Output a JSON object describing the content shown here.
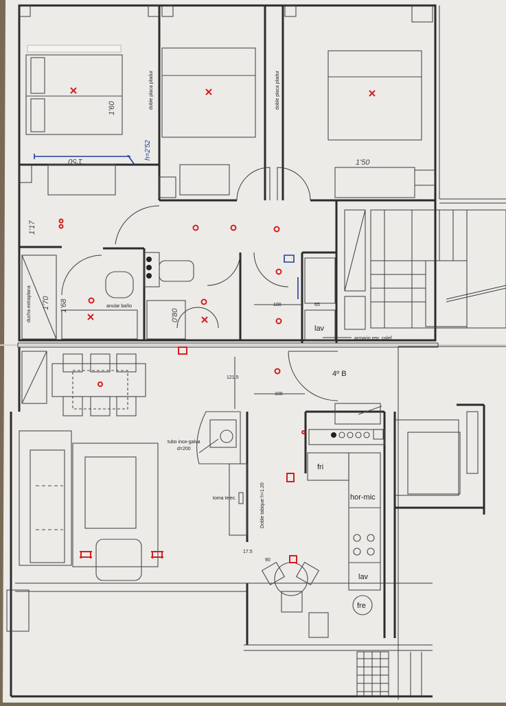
{
  "plan": {
    "unit_label": "4º B",
    "labels": {
      "wall_bed2": "doble placa pladur",
      "wall_bed3": "doble placa pladur",
      "shower": "ducha extraplana",
      "anular": "anular baño",
      "lav_bath": "lav",
      "armario": "armario reg. calef.",
      "tubo": "tubo inox-galva",
      "tubo_d": "d=200",
      "toma": "toma telec.",
      "doble_tabique": "Doble tabique h=1.20",
      "fri": "fri",
      "hor_mic": "hor-mic",
      "lav_kitchen": "lav",
      "fre": "fre"
    },
    "dimensions": {
      "d100_bath": "100",
      "d65": "65",
      "d121": "121.5",
      "d100_hall": "100",
      "d175": "17.5",
      "d90": "90"
    },
    "handwritten": {
      "bed1_width": "1'60",
      "bed1_top": "1'50",
      "bed2_height": "h=2'52",
      "bed3_width": "1'50",
      "left_117": "1'17",
      "left_170": "1'70",
      "left_168": "1'68",
      "bath_80": "0'80"
    }
  },
  "colors": {
    "paper": "#ecebe8",
    "ink": "#2b2b2b",
    "markup_red": "#d21e1e",
    "markup_blue": "#1f3f9a",
    "background": "#7a6a55"
  }
}
